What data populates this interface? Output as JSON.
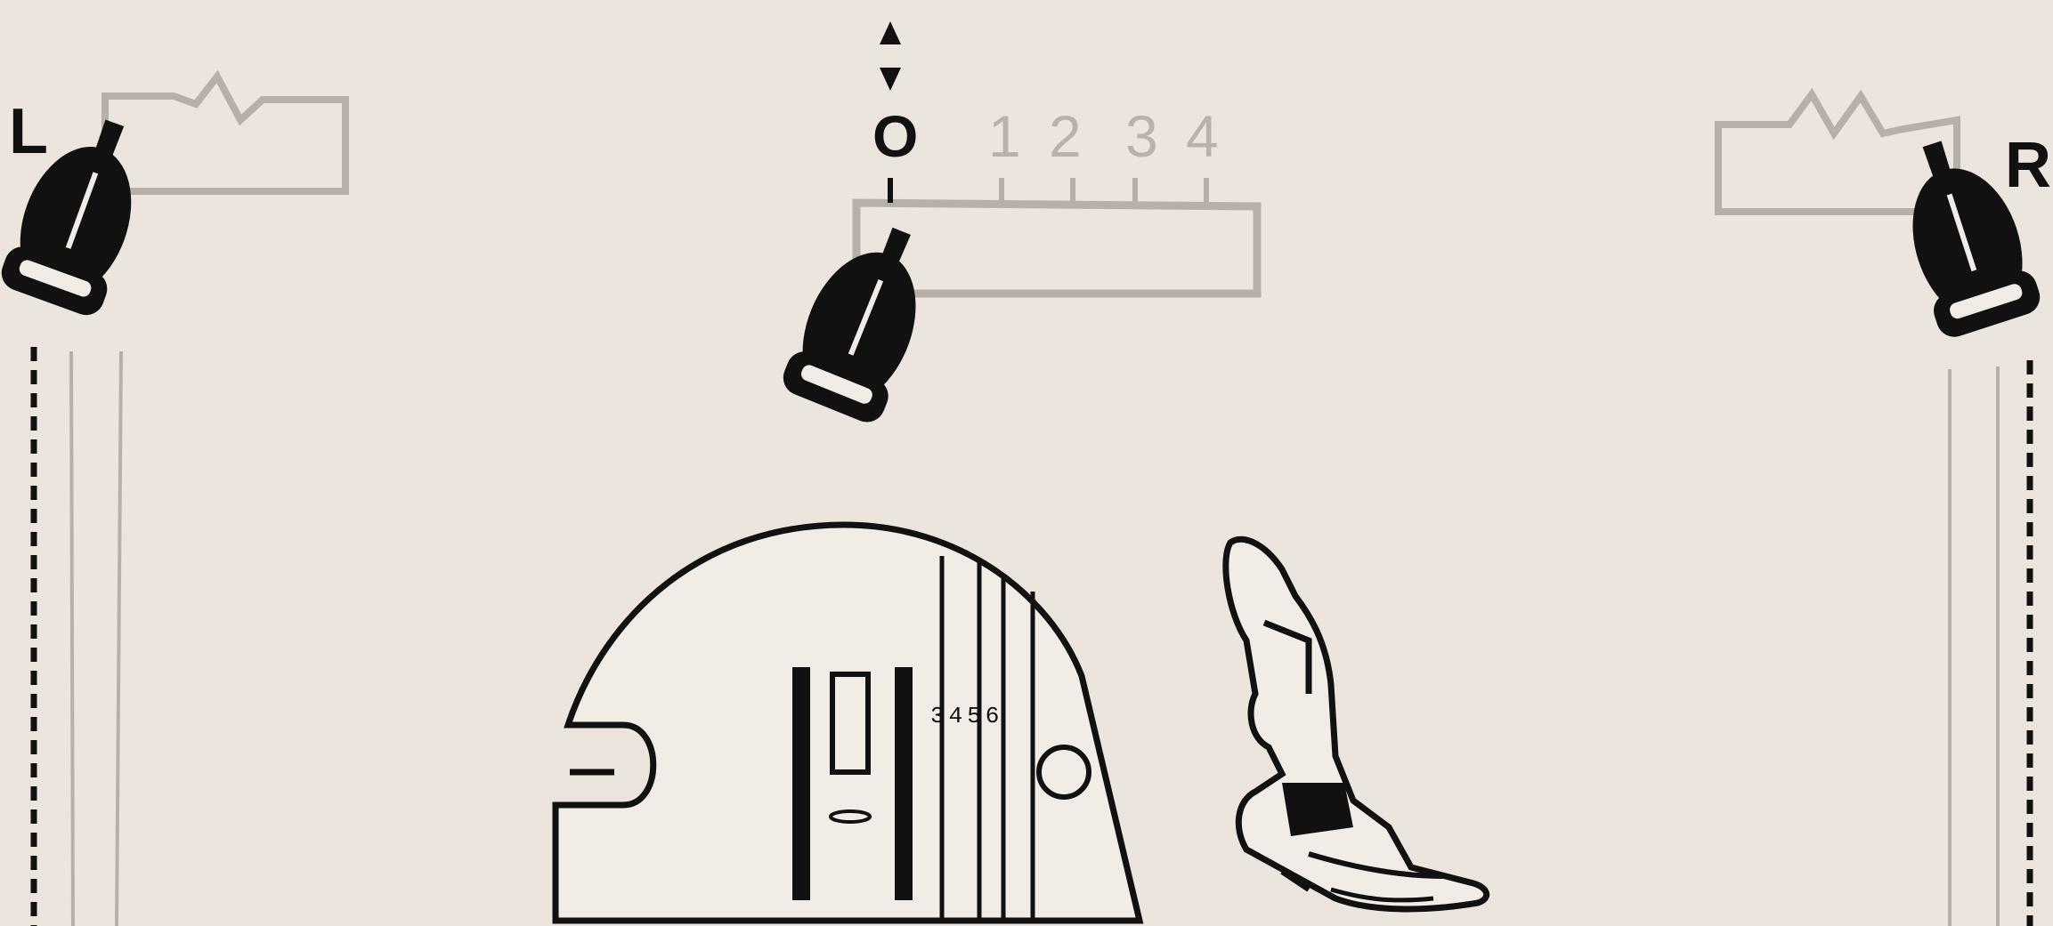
{
  "labels": {
    "left": "L",
    "right": "R"
  },
  "needle_position": {
    "arrow": "▲▼",
    "scale": [
      "O",
      "1",
      "2",
      "3",
      "4"
    ],
    "selected": "O"
  },
  "needle_plate": {
    "markings": "3456"
  },
  "icons": [
    "stitch-width-lever-icon",
    "needle-position-lever-icon",
    "needle-plate-icon",
    "presser-foot-icon"
  ],
  "colors": {
    "paper": "#ece5dd",
    "ink": "#111111",
    "grey_line": "#b7b0a9"
  }
}
